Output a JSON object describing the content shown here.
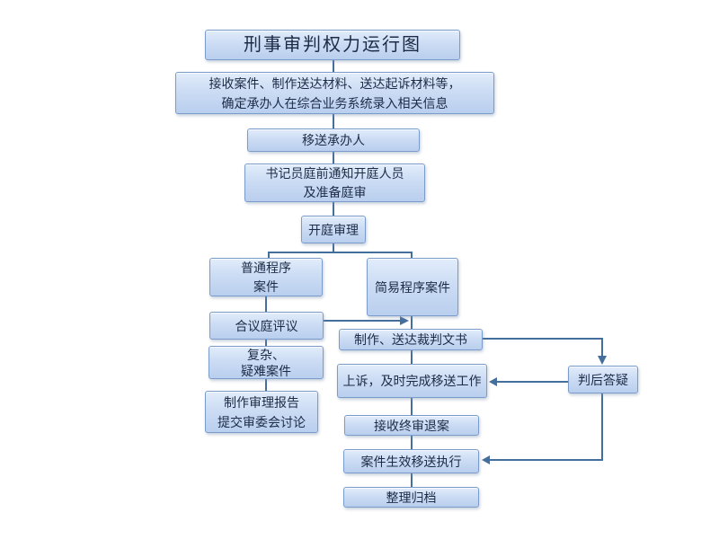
{
  "colors": {
    "box_fill_top": "#e2edfb",
    "box_fill_bottom": "#b9cfee",
    "box_border": "#7b9ccb",
    "connector": "#446e9c",
    "text": "#1c2b47",
    "background": "#ffffff"
  },
  "nodes": {
    "title": {
      "line1": "刑事审判权力运行图"
    },
    "intake": {
      "line1": "接收案件、制作送达材料、送达起诉材料等，",
      "line2": "确定承办人在综合业务系统录入相关信息"
    },
    "transfer": {
      "line1": "移送承办人"
    },
    "clerk": {
      "line1": "书记员庭前通知开庭人员",
      "line2": "及准备庭审"
    },
    "hearing": {
      "line1": "开庭审理"
    },
    "ordinary": {
      "line1": "普通程序",
      "line2": "案件"
    },
    "summary": {
      "line1": "简易程序案件"
    },
    "panel": {
      "line1": "合议庭评议"
    },
    "complex": {
      "line1": "复杂、",
      "line2": "疑难案件"
    },
    "report": {
      "line1": "制作审理报告",
      "line2": "提交审委会讨论"
    },
    "judgment": {
      "line1": "制作、送达裁判文书"
    },
    "appeal": {
      "line1": "上诉，及时完成移送工作"
    },
    "qa": {
      "line1": "判后答疑"
    },
    "returned": {
      "line1": "接收终审退案"
    },
    "execution": {
      "line1": "案件生效移送执行"
    },
    "archive": {
      "line1": "整理归档"
    }
  },
  "flows": [
    {
      "from": "刑事审判权力运行图",
      "to": "接收案件、制作送达材料、送达起诉材料等，确定承办人在综合业务系统录入相关信息",
      "arrow": false
    },
    {
      "from": "接收案件…录入相关信息",
      "to": "移送承办人",
      "arrow": false
    },
    {
      "from": "移送承办人",
      "to": "书记员庭前通知开庭人员及准备庭审",
      "arrow": false
    },
    {
      "from": "书记员庭前通知开庭人员及准备庭审",
      "to": "开庭审理",
      "arrow": false
    },
    {
      "from": "开庭审理",
      "to": "普通程序案件",
      "arrow": false
    },
    {
      "from": "开庭审理",
      "to": "简易程序案件",
      "arrow": false
    },
    {
      "from": "普通程序案件",
      "to": "合议庭评议",
      "arrow": false
    },
    {
      "from": "合议庭评议",
      "to": "制作、送达裁判文书",
      "arrow": true
    },
    {
      "from": "简易程序案件",
      "to": "制作、送达裁判文书",
      "arrow": false
    },
    {
      "from": "合议庭评议",
      "to": "复杂、疑难案件",
      "arrow": false
    },
    {
      "from": "复杂、疑难案件",
      "to": "制作审理报告提交审委会讨论",
      "arrow": false
    },
    {
      "from": "制作、送达裁判文书",
      "to": "判后答疑",
      "arrow": true
    },
    {
      "from": "制作、送达裁判文书",
      "to": "上诉，及时完成移送工作",
      "arrow": false
    },
    {
      "from": "判后答疑",
      "to": "上诉，及时完成移送工作",
      "arrow": true
    },
    {
      "from": "判后答疑",
      "to": "案件生效移送执行",
      "arrow": true
    },
    {
      "from": "上诉，及时完成移送工作",
      "to": "接收终审退案",
      "arrow": false
    },
    {
      "from": "接收终审退案",
      "to": "案件生效移送执行",
      "arrow": false
    },
    {
      "from": "案件生效移送执行",
      "to": "整理归档",
      "arrow": false
    }
  ]
}
